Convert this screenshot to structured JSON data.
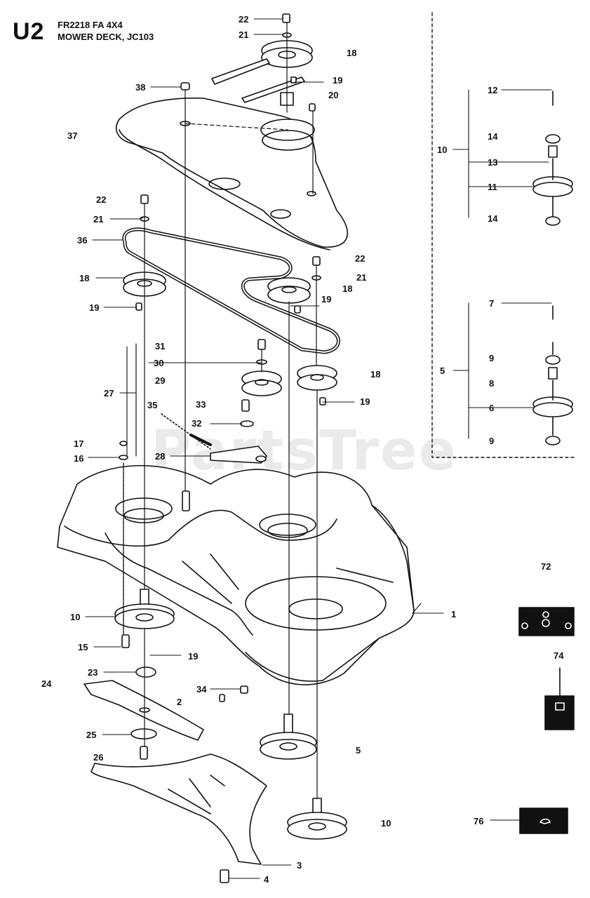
{
  "header": {
    "code": "U2",
    "model": "FR2218 FA 4X4",
    "section": "MOWER DECK, JC103"
  },
  "watermark": "PartsTree",
  "trademark": "™",
  "colors": {
    "line": "#111111",
    "accent": "#000000",
    "watermark": "#a0a0a0"
  },
  "callouts": [
    {
      "id": "22a",
      "label": "22"
    },
    {
      "id": "21a",
      "label": "21"
    },
    {
      "id": "18a",
      "label": "18"
    },
    {
      "id": "19a",
      "label": "19"
    },
    {
      "id": "20a",
      "label": "20"
    },
    {
      "id": "38",
      "label": "38"
    },
    {
      "id": "37",
      "label": "37"
    },
    {
      "id": "22b",
      "label": "22"
    },
    {
      "id": "21b",
      "label": "21"
    },
    {
      "id": "36",
      "label": "36"
    },
    {
      "id": "18b",
      "label": "18"
    },
    {
      "id": "19b",
      "label": "19"
    },
    {
      "id": "22c",
      "label": "22"
    },
    {
      "id": "21c",
      "label": "21"
    },
    {
      "id": "18c",
      "label": "18"
    },
    {
      "id": "19c",
      "label": "19"
    },
    {
      "id": "31",
      "label": "31"
    },
    {
      "id": "30",
      "label": "30"
    },
    {
      "id": "29",
      "label": "29"
    },
    {
      "id": "27",
      "label": "27"
    },
    {
      "id": "18d",
      "label": "18"
    },
    {
      "id": "19d",
      "label": "19"
    },
    {
      "id": "35",
      "label": "35"
    },
    {
      "id": "33",
      "label": "33"
    },
    {
      "id": "32",
      "label": "32"
    },
    {
      "id": "17",
      "label": "17"
    },
    {
      "id": "16",
      "label": "16"
    },
    {
      "id": "28",
      "label": "28"
    },
    {
      "id": "1",
      "label": "1"
    },
    {
      "id": "10a",
      "label": "10"
    },
    {
      "id": "15",
      "label": "15"
    },
    {
      "id": "19e",
      "label": "19"
    },
    {
      "id": "23",
      "label": "23"
    },
    {
      "id": "24",
      "label": "24"
    },
    {
      "id": "34",
      "label": "34"
    },
    {
      "id": "2",
      "label": "2"
    },
    {
      "id": "25",
      "label": "25"
    },
    {
      "id": "26",
      "label": "26"
    },
    {
      "id": "5a",
      "label": "5"
    },
    {
      "id": "10b",
      "label": "10"
    },
    {
      "id": "3",
      "label": "3"
    },
    {
      "id": "4",
      "label": "4"
    },
    {
      "id": "12",
      "label": "12"
    },
    {
      "id": "14a",
      "label": "14"
    },
    {
      "id": "10c",
      "label": "10"
    },
    {
      "id": "13",
      "label": "13"
    },
    {
      "id": "11",
      "label": "11"
    },
    {
      "id": "14b",
      "label": "14"
    },
    {
      "id": "7",
      "label": "7"
    },
    {
      "id": "9a",
      "label": "9"
    },
    {
      "id": "5b",
      "label": "5"
    },
    {
      "id": "8",
      "label": "8"
    },
    {
      "id": "6",
      "label": "6"
    },
    {
      "id": "9b",
      "label": "9"
    },
    {
      "id": "72",
      "label": "72"
    },
    {
      "id": "74",
      "label": "74"
    },
    {
      "id": "76",
      "label": "76"
    }
  ]
}
